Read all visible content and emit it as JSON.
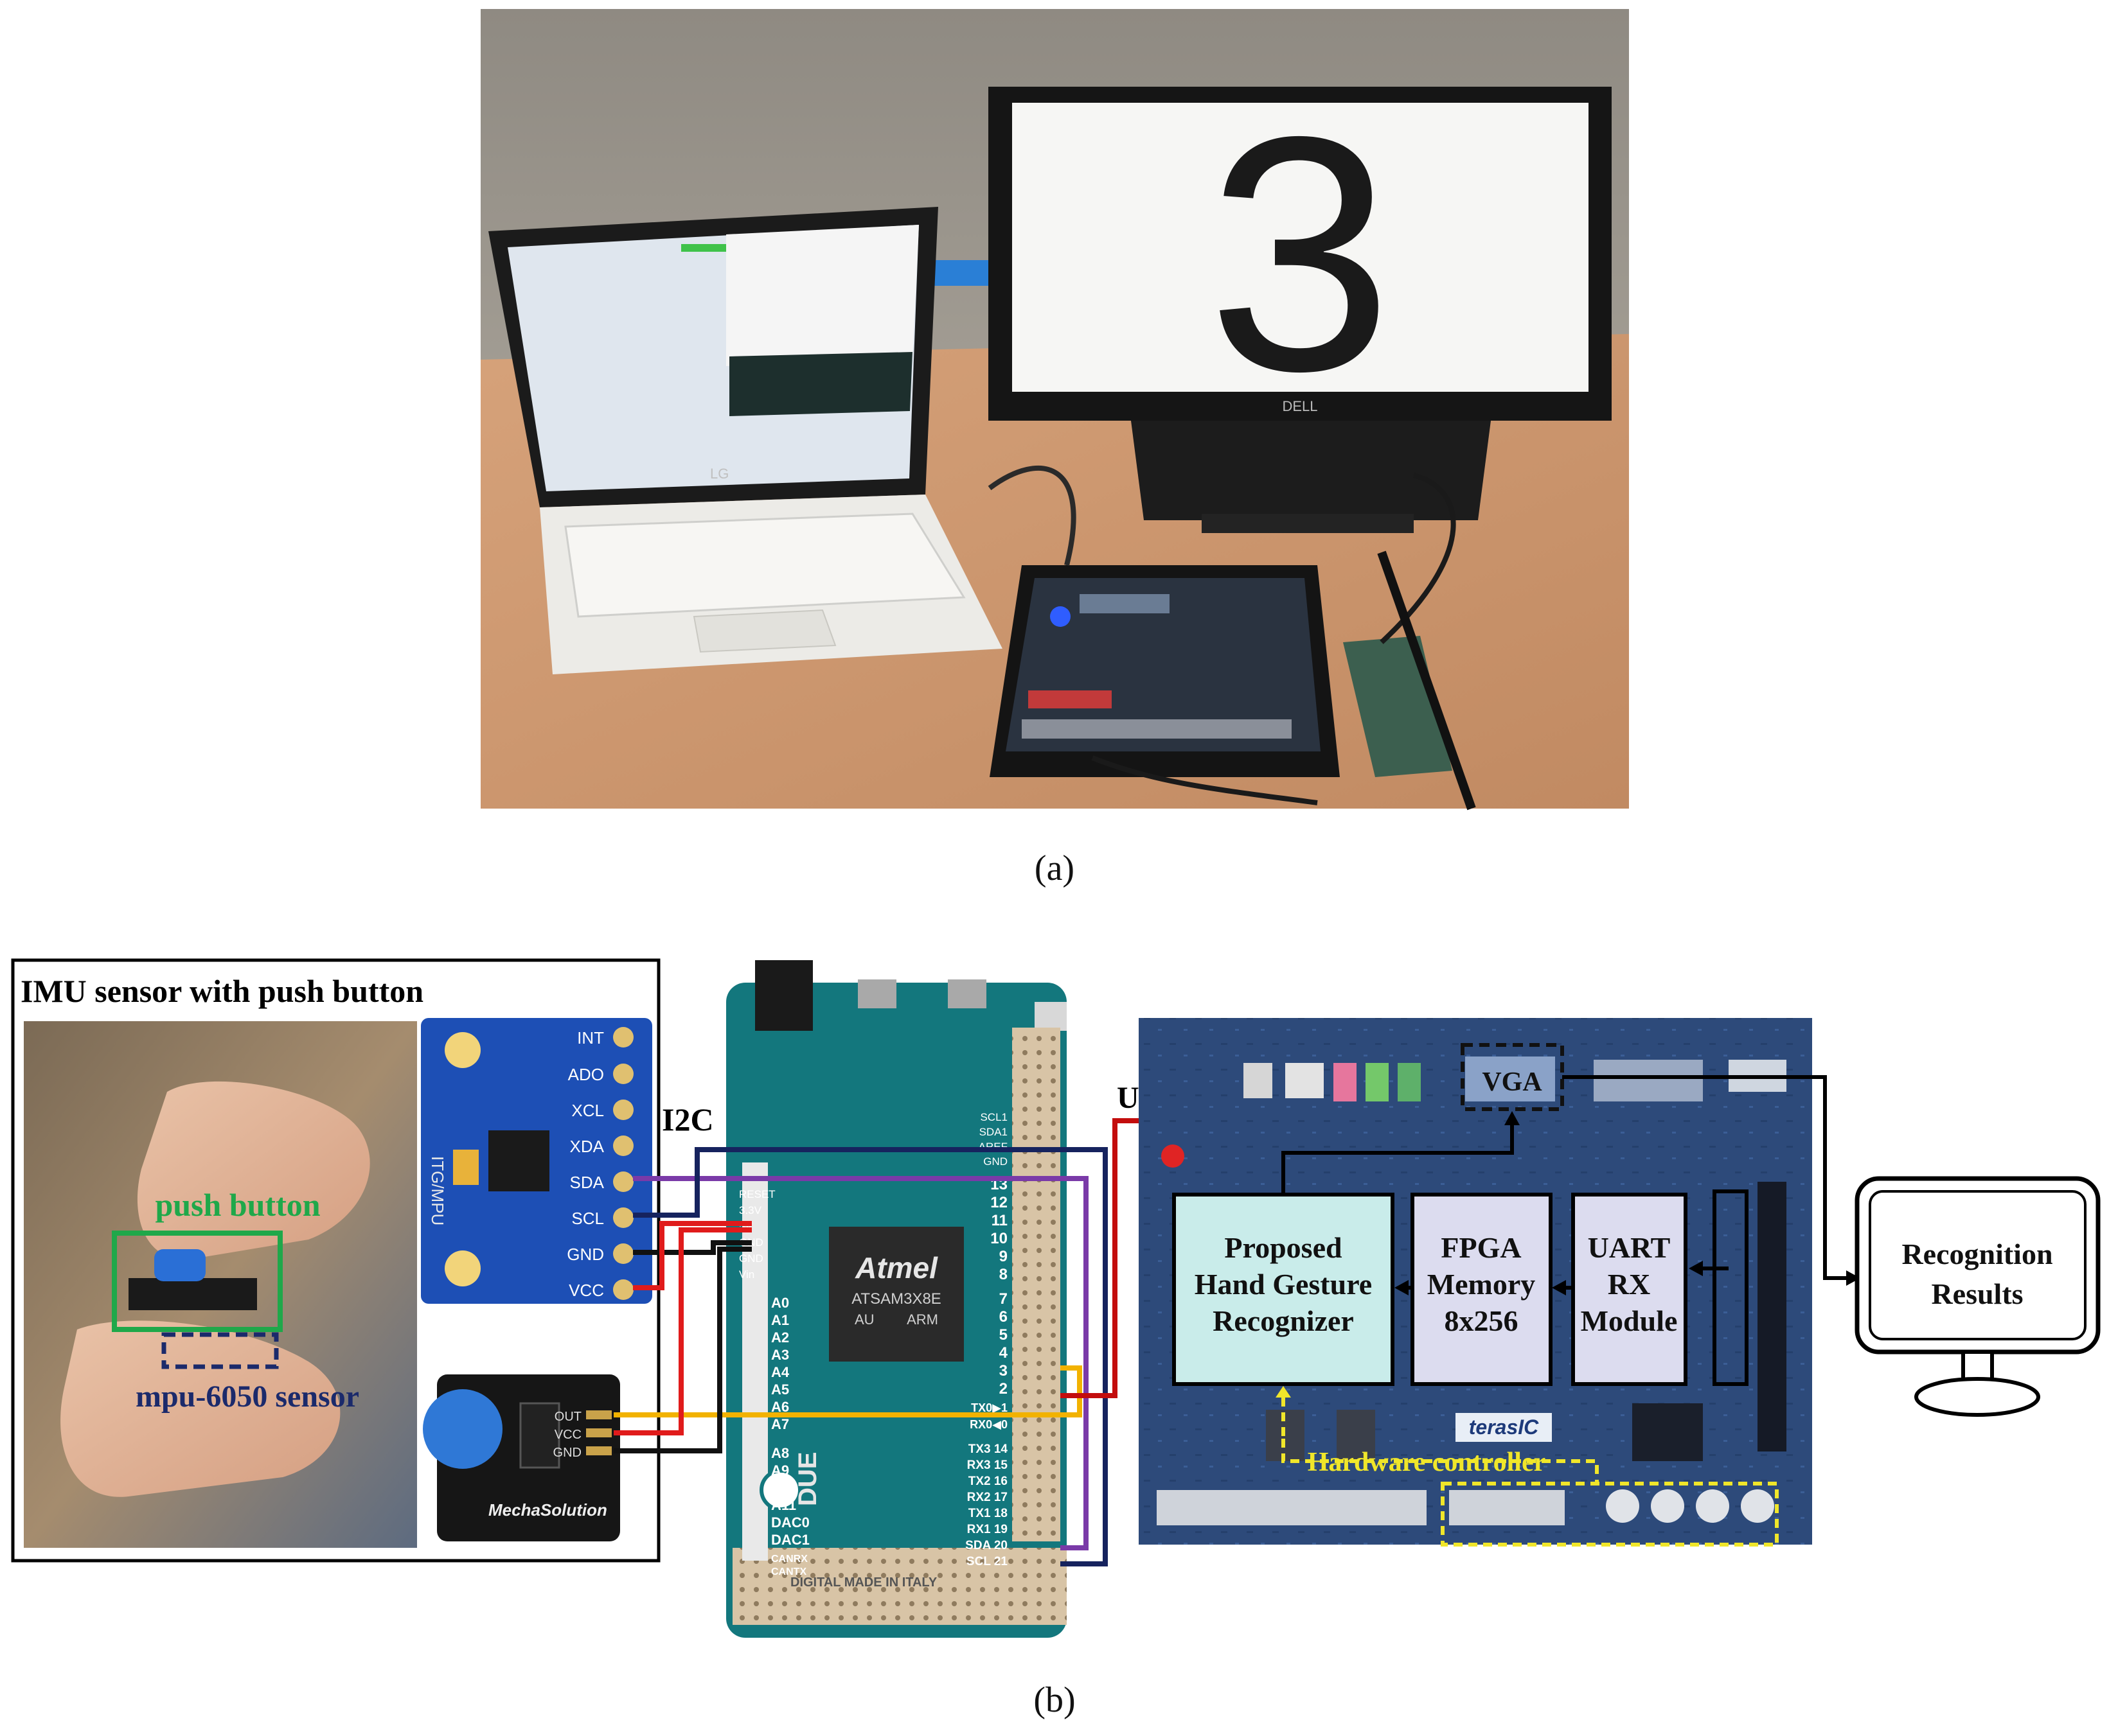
{
  "panel_a": {
    "caption": "(a)",
    "laptop_brand": "LG",
    "monitor_brand": "DELL",
    "monitor_digit": "3"
  },
  "panel_b": {
    "caption": "(b)",
    "imu_box_title": "IMU sensor with push button",
    "push_button_label": "push button",
    "mpu_sensor_label": "mpu-6050 sensor",
    "mpu_board_text": "ITG/MPU",
    "mpu_pins": [
      "INT",
      "ADO",
      "XCL",
      "XDA",
      "SDA",
      "SCL",
      "GND",
      "VCC"
    ],
    "button_module_pins": [
      "OUT",
      "VCC",
      "GND"
    ],
    "button_module_brand": "MechaSolution",
    "i2c_label": "I2C",
    "uart_label": "UART",
    "vga_label": "VGA",
    "arduino": {
      "chip_brand": "Atmel",
      "chip_model": "ATSAM3X8E",
      "chip_suffix": "AU",
      "chip_arch": "ARM",
      "board_name": "DUE",
      "power_pins": [
        "RESET",
        "3.3V",
        "5V",
        "GND",
        "GND",
        "Vin"
      ],
      "analog_pins": [
        "A0",
        "A1",
        "A2",
        "A3",
        "A4",
        "A5",
        "A6",
        "A7",
        "A8",
        "A9",
        "A10",
        "A11",
        "DAC0",
        "DAC1",
        "CANRX",
        "CANTX"
      ],
      "right_top_pins": [
        "SCL1",
        "SDA1",
        "AREF",
        "GND",
        "13",
        "12",
        "11",
        "10",
        "9",
        "8"
      ],
      "right_mid_pins": [
        "7",
        "6",
        "5",
        "4",
        "3",
        "2",
        "TX0▶1",
        "RX0◀0"
      ],
      "right_bottom_pins": [
        "TX3 14",
        "RX3 15",
        "TX2 16",
        "RX2 17",
        "TX1 18",
        "RX1 19",
        "SDA 20",
        "SCL 21"
      ],
      "bottom_text": "DIGITAL   MADE IN ITALY"
    },
    "fpga_blocks": [
      {
        "line1": "Proposed",
        "line2": "Hand Gesture",
        "line3": "Recognizer"
      },
      {
        "line1": "FPGA",
        "line2": "Memory",
        "line3": "8x256"
      },
      {
        "line1": "UART",
        "line2": "RX",
        "line3": "Module"
      }
    ],
    "fpga_board_brand": "terasIC",
    "hardware_controller_label": "Hardware controller",
    "recognition": {
      "line1": "Recognition",
      "line2": "Results"
    },
    "colors": {
      "push_button_label": "#1fa84a",
      "mpu_sensor_label": "#1b2a6b",
      "hardware_controller": "#f0e62a",
      "wire_red": "#e01b1b",
      "wire_purple": "#7a3aa8",
      "wire_navy": "#16235e",
      "wire_black": "#111111",
      "wire_yellow": "#f2b200",
      "block_cyan": "#c9ecea",
      "block_lavender": "#dcdcef"
    }
  }
}
